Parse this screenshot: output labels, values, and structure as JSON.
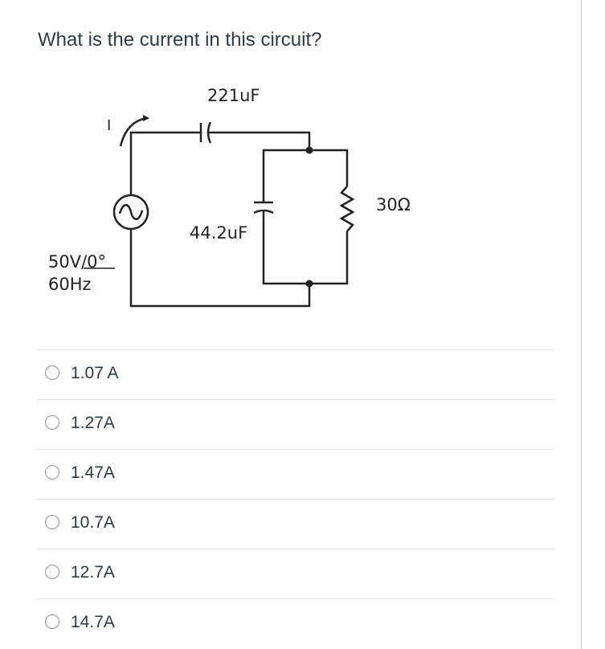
{
  "question": {
    "text": "What is the current in this circuit?"
  },
  "circuit": {
    "capacitor_series_label": "221uF",
    "capacitor_parallel_label": "44.2uF",
    "resistor_label": "30Ω",
    "source_voltage_label": "50V/0°",
    "source_frequency_label": "60Hz",
    "current_label": "I"
  },
  "answers": [
    {
      "label": "1.07 A"
    },
    {
      "label": "1.27A"
    },
    {
      "label": "1.47A"
    },
    {
      "label": "10.7A"
    },
    {
      "label": "12.7A"
    },
    {
      "label": "14.7A"
    }
  ]
}
